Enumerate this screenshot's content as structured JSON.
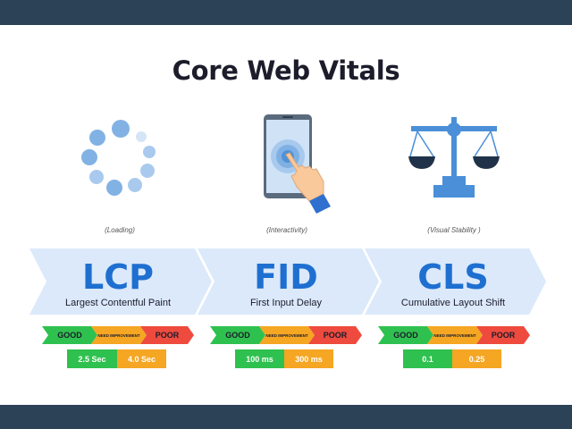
{
  "title": "Core Web Vitals",
  "colors": {
    "header_bar": "#2b4257",
    "metric_blue": "#1e6fd0",
    "chevron_fill": "#dbe9fb",
    "good": "#2fc14f",
    "needs_improvement": "#f5a623",
    "poor": "#ee4b3e"
  },
  "scale_labels": {
    "good": "GOOD",
    "needs_improvement": "NEED IMPROVEMENT",
    "poor": "POOR"
  },
  "metrics": [
    {
      "abbr": "LCP",
      "name": "Largest Contentful Paint",
      "caption": "(Loading)",
      "icon": "loading-spinner-icon",
      "good_threshold": "2.5 Sec",
      "poor_threshold": "4.0 Sec"
    },
    {
      "abbr": "FID",
      "name": "First Input Delay",
      "caption": "(Interactivity)",
      "icon": "touch-phone-icon",
      "good_threshold": "100 ms",
      "poor_threshold": "300 ms"
    },
    {
      "abbr": "CLS",
      "name": "Cumulative Layout Shift",
      "caption": "(Visual Stability )",
      "icon": "balance-scale-icon",
      "good_threshold": "0.1",
      "poor_threshold": "0.25"
    }
  ]
}
